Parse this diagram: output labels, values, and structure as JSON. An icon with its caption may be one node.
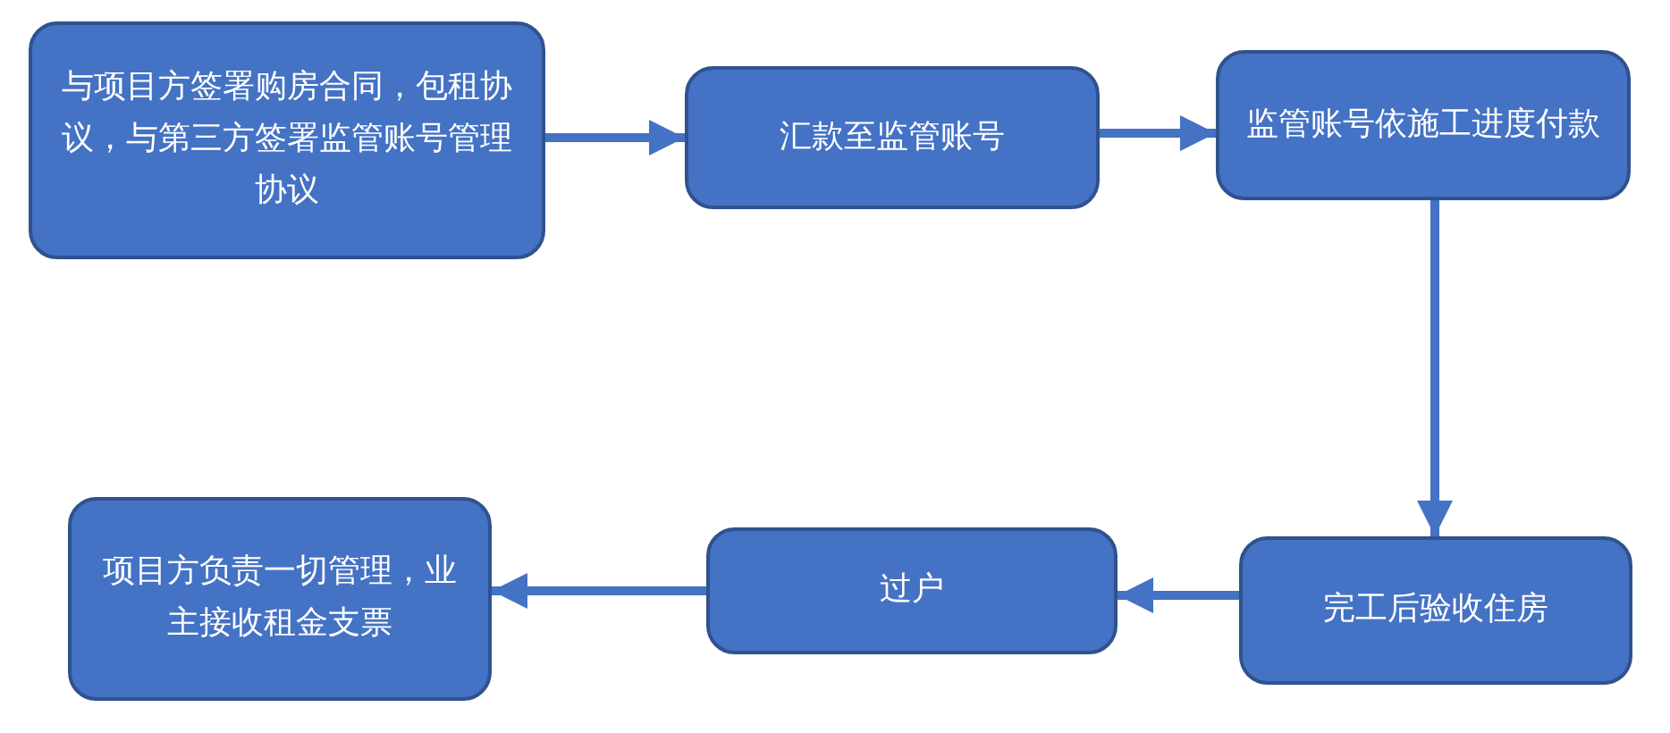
{
  "diagram": {
    "nodes": [
      {
        "text": [
          "与项目方签署购房合同，包租协议，与第三方签署监管账号管理协议"
        ]
      },
      {
        "text": [
          "汇款至监管账号"
        ]
      },
      {
        "text": [
          "监管账号依施工进度付款"
        ]
      },
      {
        "text": [
          "完工后验收住房"
        ]
      },
      {
        "text": [
          "过户"
        ]
      },
      {
        "text": [
          "项目方负责一切管理，业主接收租金支票"
        ]
      }
    ],
    "edges": [
      {
        "from": 0,
        "to": 1,
        "arrow": "to"
      },
      {
        "from": 1,
        "to": 2,
        "arrow": "to"
      },
      {
        "from": 2,
        "to": 3,
        "arrow": "to"
      },
      {
        "from": 3,
        "to": 4,
        "arrow": "to"
      },
      {
        "from": 4,
        "to": 5,
        "arrow": "to"
      }
    ]
  }
}
